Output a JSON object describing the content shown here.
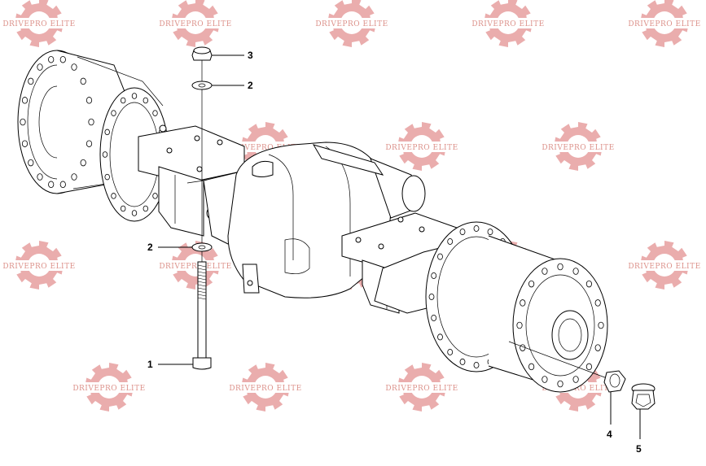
{
  "diagram": {
    "watermark": {
      "text": "DRIVEPRO ELITE",
      "color": "#d96b6b"
    },
    "callouts": [
      {
        "num": "1"
      },
      {
        "num": "2"
      },
      {
        "num": "2"
      },
      {
        "num": "3"
      },
      {
        "num": "4"
      },
      {
        "num": "5"
      }
    ]
  }
}
